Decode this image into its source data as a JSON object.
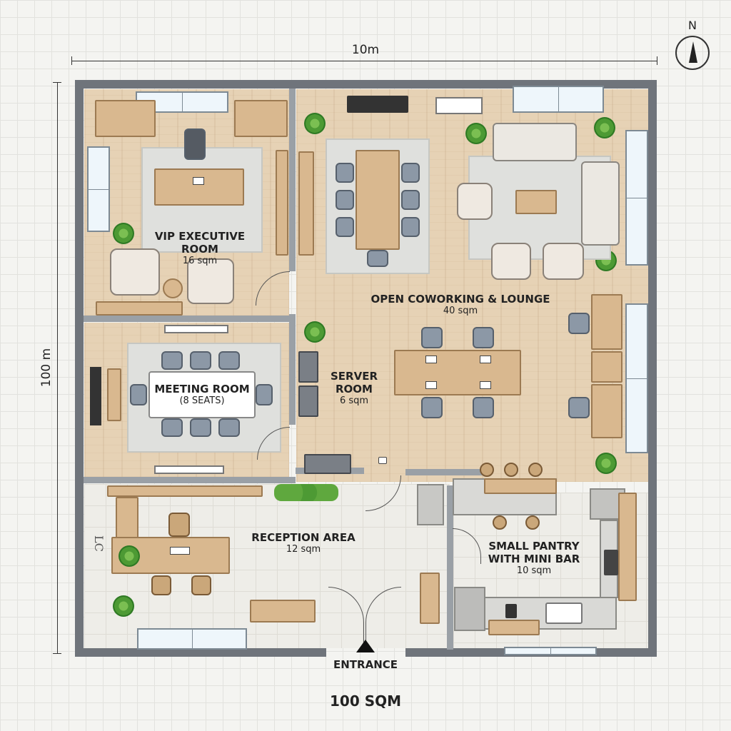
{
  "dimensions": {
    "width_label": "10m",
    "height_label": "100 m"
  },
  "compass": {
    "north_label": "N"
  },
  "rooms": {
    "vip": {
      "name_line1": "VIP EXECUTIVE",
      "name_line2": "ROOM",
      "area": "16 sqm"
    },
    "meeting": {
      "name": "MEETING ROOM",
      "seats": "(8 SEATS)"
    },
    "server": {
      "name_line1": "SERVER",
      "name_line2": "ROOM",
      "area": "6 sqm"
    },
    "coworking": {
      "name": "OPEN COWORKING & LOUNGE",
      "area": "40 sqm"
    },
    "reception": {
      "name": "RECEPTION AREA",
      "area": "12 sqm"
    },
    "pantry": {
      "name_line1": "SMALL PANTRY",
      "name_line2": "WITH MINI BAR",
      "area": "10 sqm"
    }
  },
  "entrance_label": "ENTRANCE",
  "total_area": "100 SQM",
  "reception_logo": "LC"
}
